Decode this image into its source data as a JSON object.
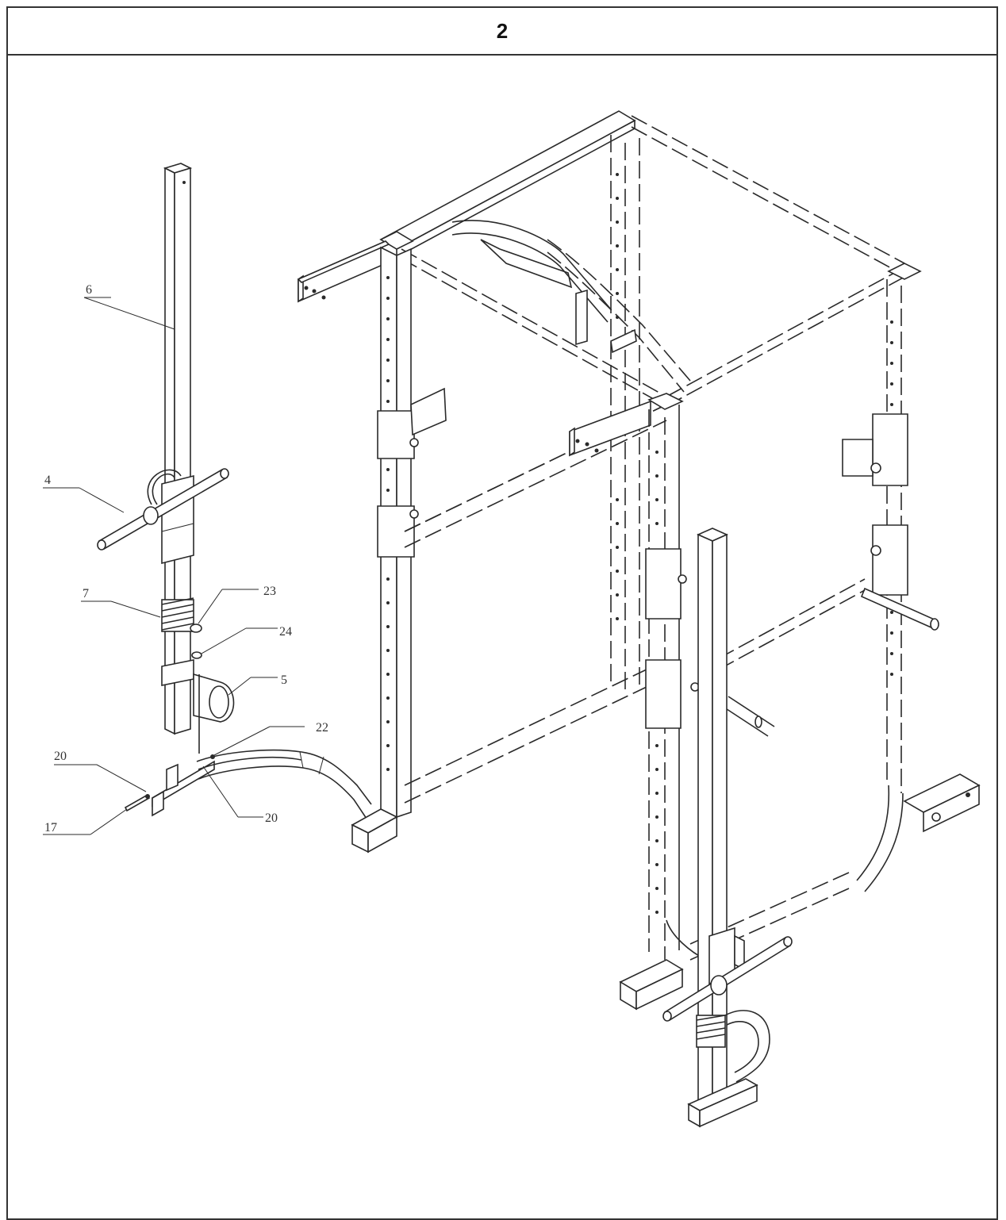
{
  "header": {
    "step": "2"
  },
  "callouts": {
    "c6": "6",
    "c4": "4",
    "c7": "7",
    "c23": "23",
    "c24": "24",
    "c5": "5",
    "c22": "22",
    "c20a": "20",
    "c20b": "20",
    "c17": "17"
  }
}
